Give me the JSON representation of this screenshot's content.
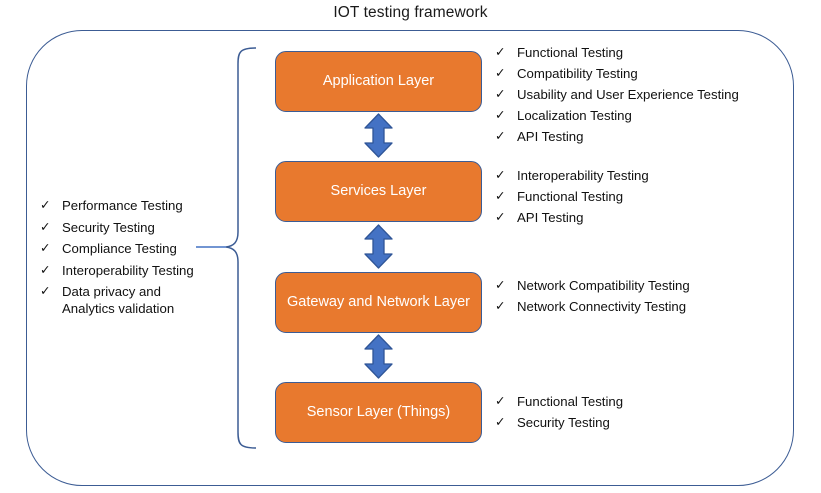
{
  "title": "IOT testing framework",
  "colors": {
    "layer_fill": "#e8792e",
    "outline": "#3c5c94",
    "arrow_fill": "#4472c4",
    "arrow_stroke": "#2f5597",
    "text_light": "#ffffff",
    "text_dark": "#111111"
  },
  "icons": {
    "check": "✓"
  },
  "layers": [
    {
      "name": "Application Layer",
      "tests": [
        "Functional Testing",
        "Compatibility Testing",
        "Usability and User Experience Testing",
        "Localization Testing",
        "API Testing"
      ]
    },
    {
      "name": "Services Layer",
      "tests": [
        "Interoperability Testing",
        "Functional Testing",
        "API Testing"
      ]
    },
    {
      "name": "Gateway and Network Layer",
      "tests": [
        "Network Compatibility Testing",
        "Network Connectivity Testing"
      ]
    },
    {
      "name": "Sensor Layer (Things)",
      "tests": [
        "Functional Testing",
        "Security Testing"
      ]
    }
  ],
  "cross_cutting": {
    "tests": [
      "Performance Testing",
      "Security Testing",
      "Compliance Testing",
      "Interoperability Testing",
      "Data privacy and Analytics validation"
    ]
  }
}
